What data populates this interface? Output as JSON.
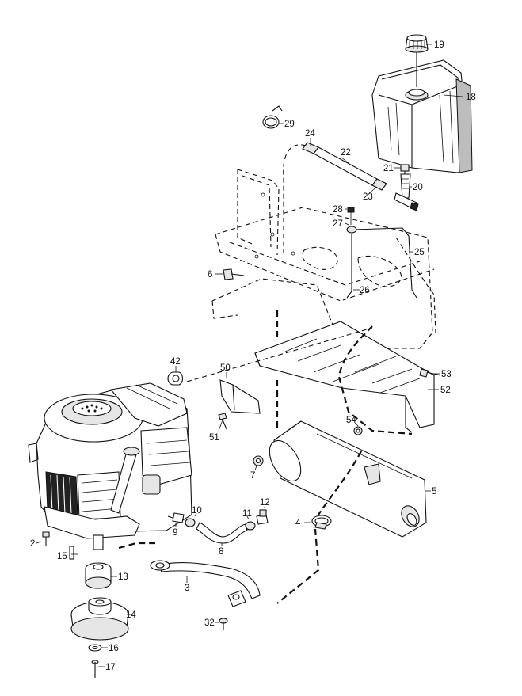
{
  "labels": {
    "p2": "2",
    "p3": "3",
    "p4": "4",
    "p5": "5",
    "p6": "6",
    "p7": "7",
    "p8": "8",
    "p9": "9",
    "p10": "10",
    "p11": "11",
    "p12": "12",
    "p13": "13",
    "p14": "14",
    "p15": "15",
    "p16": "16",
    "p17": "17",
    "p18": "18",
    "p19": "19",
    "p20": "20",
    "p21": "21",
    "p22": "22",
    "p23": "23",
    "p24": "24",
    "p25": "25",
    "p26": "26",
    "p27": "27",
    "p28": "28",
    "p29": "29",
    "p32": "32",
    "p42": "42",
    "p50": "50",
    "p51": "51",
    "p52": "52",
    "p53": "53",
    "p54": "54"
  },
  "colors": {
    "ink": "#111111",
    "paper": "#ffffff",
    "shade": "#e6e6e6"
  }
}
